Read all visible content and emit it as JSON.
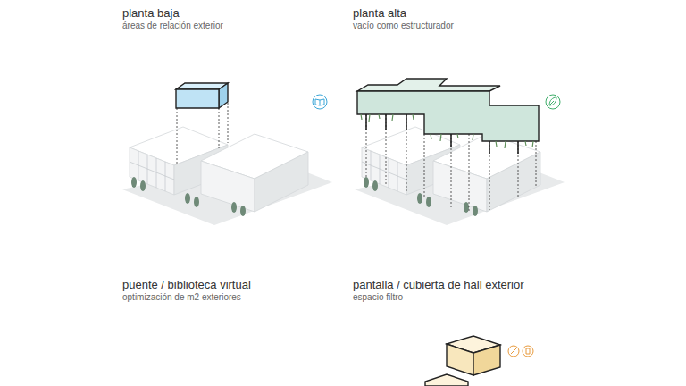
{
  "diagram": {
    "labels": [
      "planta baja",
      "áreas de relación exterior",
      "planta alta",
      "vacío como estructurador",
      "puente / biblioteca virtual",
      "optimización de m2 exteriores",
      "pantalla / cubierta de hall exterior",
      "espacio filtro"
    ]
  }
}
